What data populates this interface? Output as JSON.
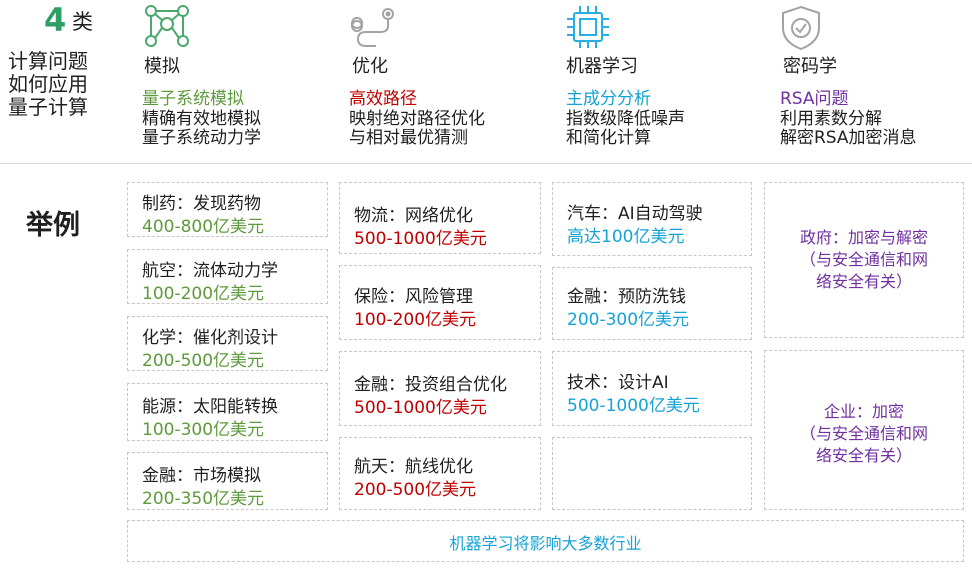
{
  "header": {
    "count": "4",
    "count_suffix": "类",
    "left_title_lines": [
      "计算问题",
      "如何应用",
      "量子计算"
    ]
  },
  "categories": [
    {
      "icon": "network-icon",
      "title": "模拟",
      "highlight": "量子系统模拟",
      "lines": [
        "精确有效地模拟",
        "量子系统动力学"
      ],
      "color": "#5e9a3c"
    },
    {
      "icon": "route-icon",
      "title": "优化",
      "highlight": "高效路径",
      "lines": [
        "映射绝对路径优化",
        "与相对最优猜测"
      ],
      "color": "#c00000"
    },
    {
      "icon": "chip-icon",
      "title": "机器学习",
      "highlight": "主成分分析",
      "lines": [
        "指数级降低噪声",
        "和简化计算"
      ],
      "color": "#15a3d6"
    },
    {
      "icon": "shield-check-icon",
      "title": "密码学",
      "highlight": "RSA问题",
      "lines": [
        "利用素数分解",
        "解密RSA加密消息"
      ],
      "color": "#7030a0"
    }
  ],
  "examples_label": "举例",
  "columns": {
    "simulation": [
      {
        "industry": "制药：发现药物",
        "value": "400-800亿美元"
      },
      {
        "industry": "航空：流体动力学",
        "value": "100-200亿美元"
      },
      {
        "industry": "化学：催化剂设计",
        "value": "200-500亿美元"
      },
      {
        "industry": "能源：太阳能转换",
        "value": "100-300亿美元"
      },
      {
        "industry": "金融：市场模拟",
        "value": "200-350亿美元"
      }
    ],
    "optimization": [
      {
        "industry": "物流：网络优化",
        "value": "500-1000亿美元"
      },
      {
        "industry": "保险：风险管理",
        "value": "100-200亿美元"
      },
      {
        "industry": "金融：投资组合优化",
        "value": "500-1000亿美元"
      },
      {
        "industry": "航天：航线优化",
        "value": "200-500亿美元"
      }
    ],
    "machine_learning": [
      {
        "industry": "汽车：AI自动驾驶",
        "value": "高达100亿美元"
      },
      {
        "industry": "金融：预防洗钱",
        "value": "200-300亿美元"
      },
      {
        "industry": "技术：设计AI",
        "value": "500-1000亿美元"
      }
    ],
    "cryptography": [
      {
        "lines": [
          "政府：加密与解密",
          "（与安全通信和网",
          "络安全有关）"
        ]
      },
      {
        "lines": [
          "企业：加密",
          "（与安全通信和网",
          "络安全有关）"
        ]
      }
    ]
  },
  "footer": "机器学习将影响大多数行业"
}
